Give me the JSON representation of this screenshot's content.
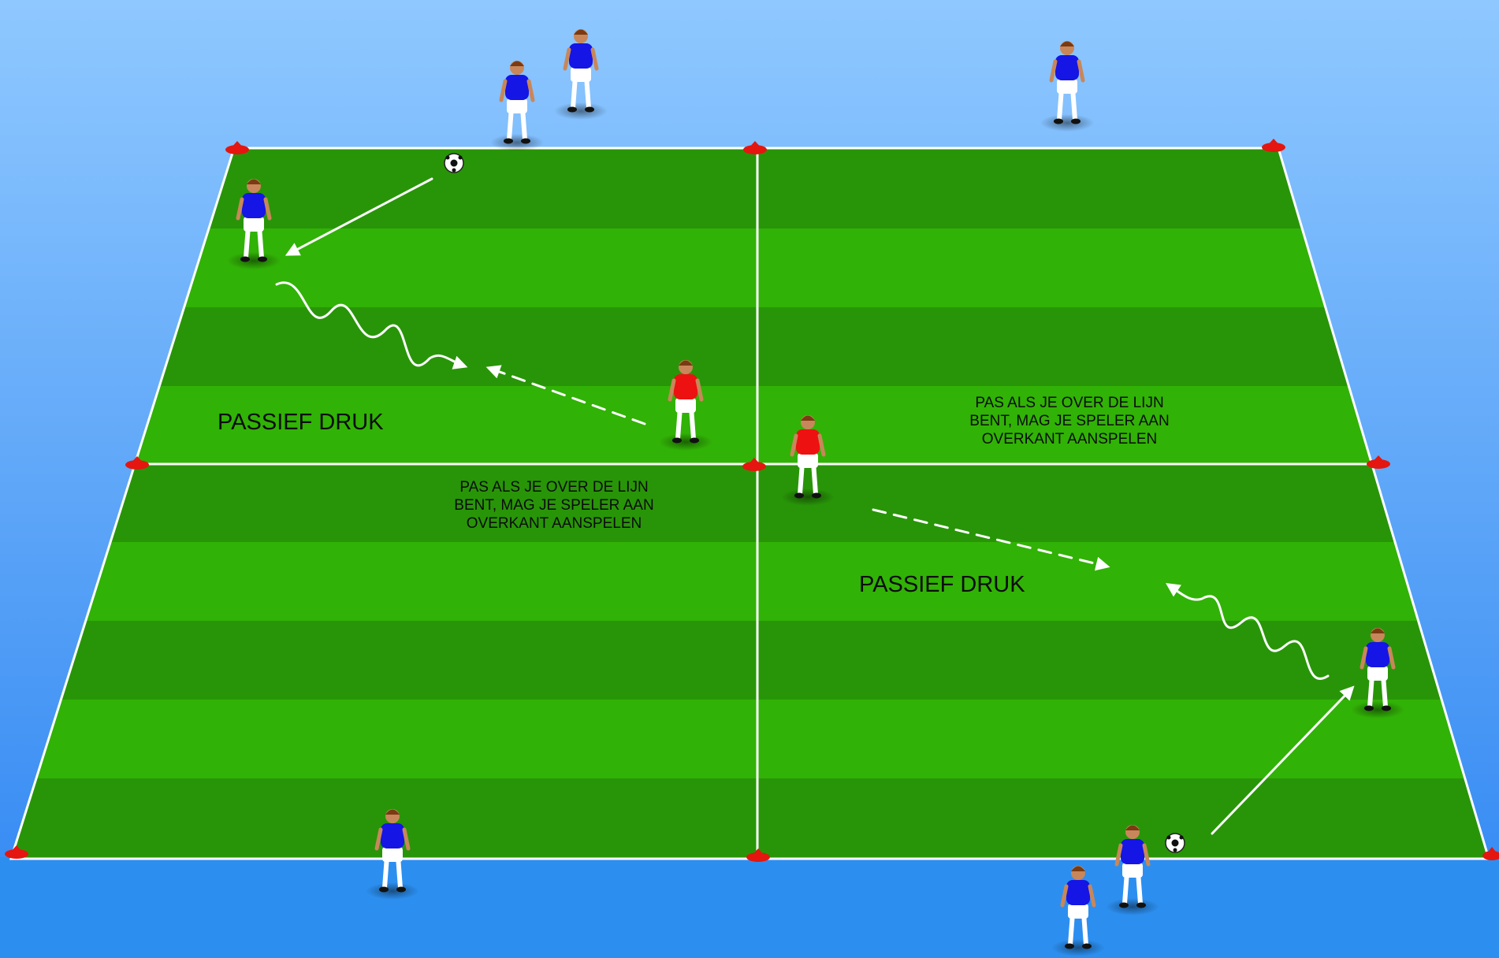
{
  "colors": {
    "sky_top": "#8fc8ff",
    "sky_bottom": "#2f86f2",
    "floor": "#2c8ff0",
    "grass_dark": "#289508",
    "grass_light": "#31b206",
    "lines": "#ffffff",
    "cone": "#e4160f",
    "team_blue_shirt": "#1515e6",
    "team_red_shirt": "#ee1111",
    "shorts": "#ffffff",
    "skin": "#c8875a"
  },
  "labels": {
    "zone_left_pressure": "PASSIEF DRUK",
    "zone_right_pressure": "PASSIEF DRUK",
    "rule_left": [
      "PAS ALS JE OVER DE LIJN",
      "BENT, MAG JE SPELER AAN",
      "OVERKANT AANSPELEN"
    ],
    "rule_right": [
      "PAS ALS JE OVER DE LIJN",
      "BENT, MAG JE SPELER AAN",
      "OVERKANT AANSPELEN"
    ]
  },
  "legend_icons": {
    "pass": "solid-arrow-icon",
    "run": "dashed-arrow-icon",
    "dribble": "wavy-arrow-icon"
  }
}
